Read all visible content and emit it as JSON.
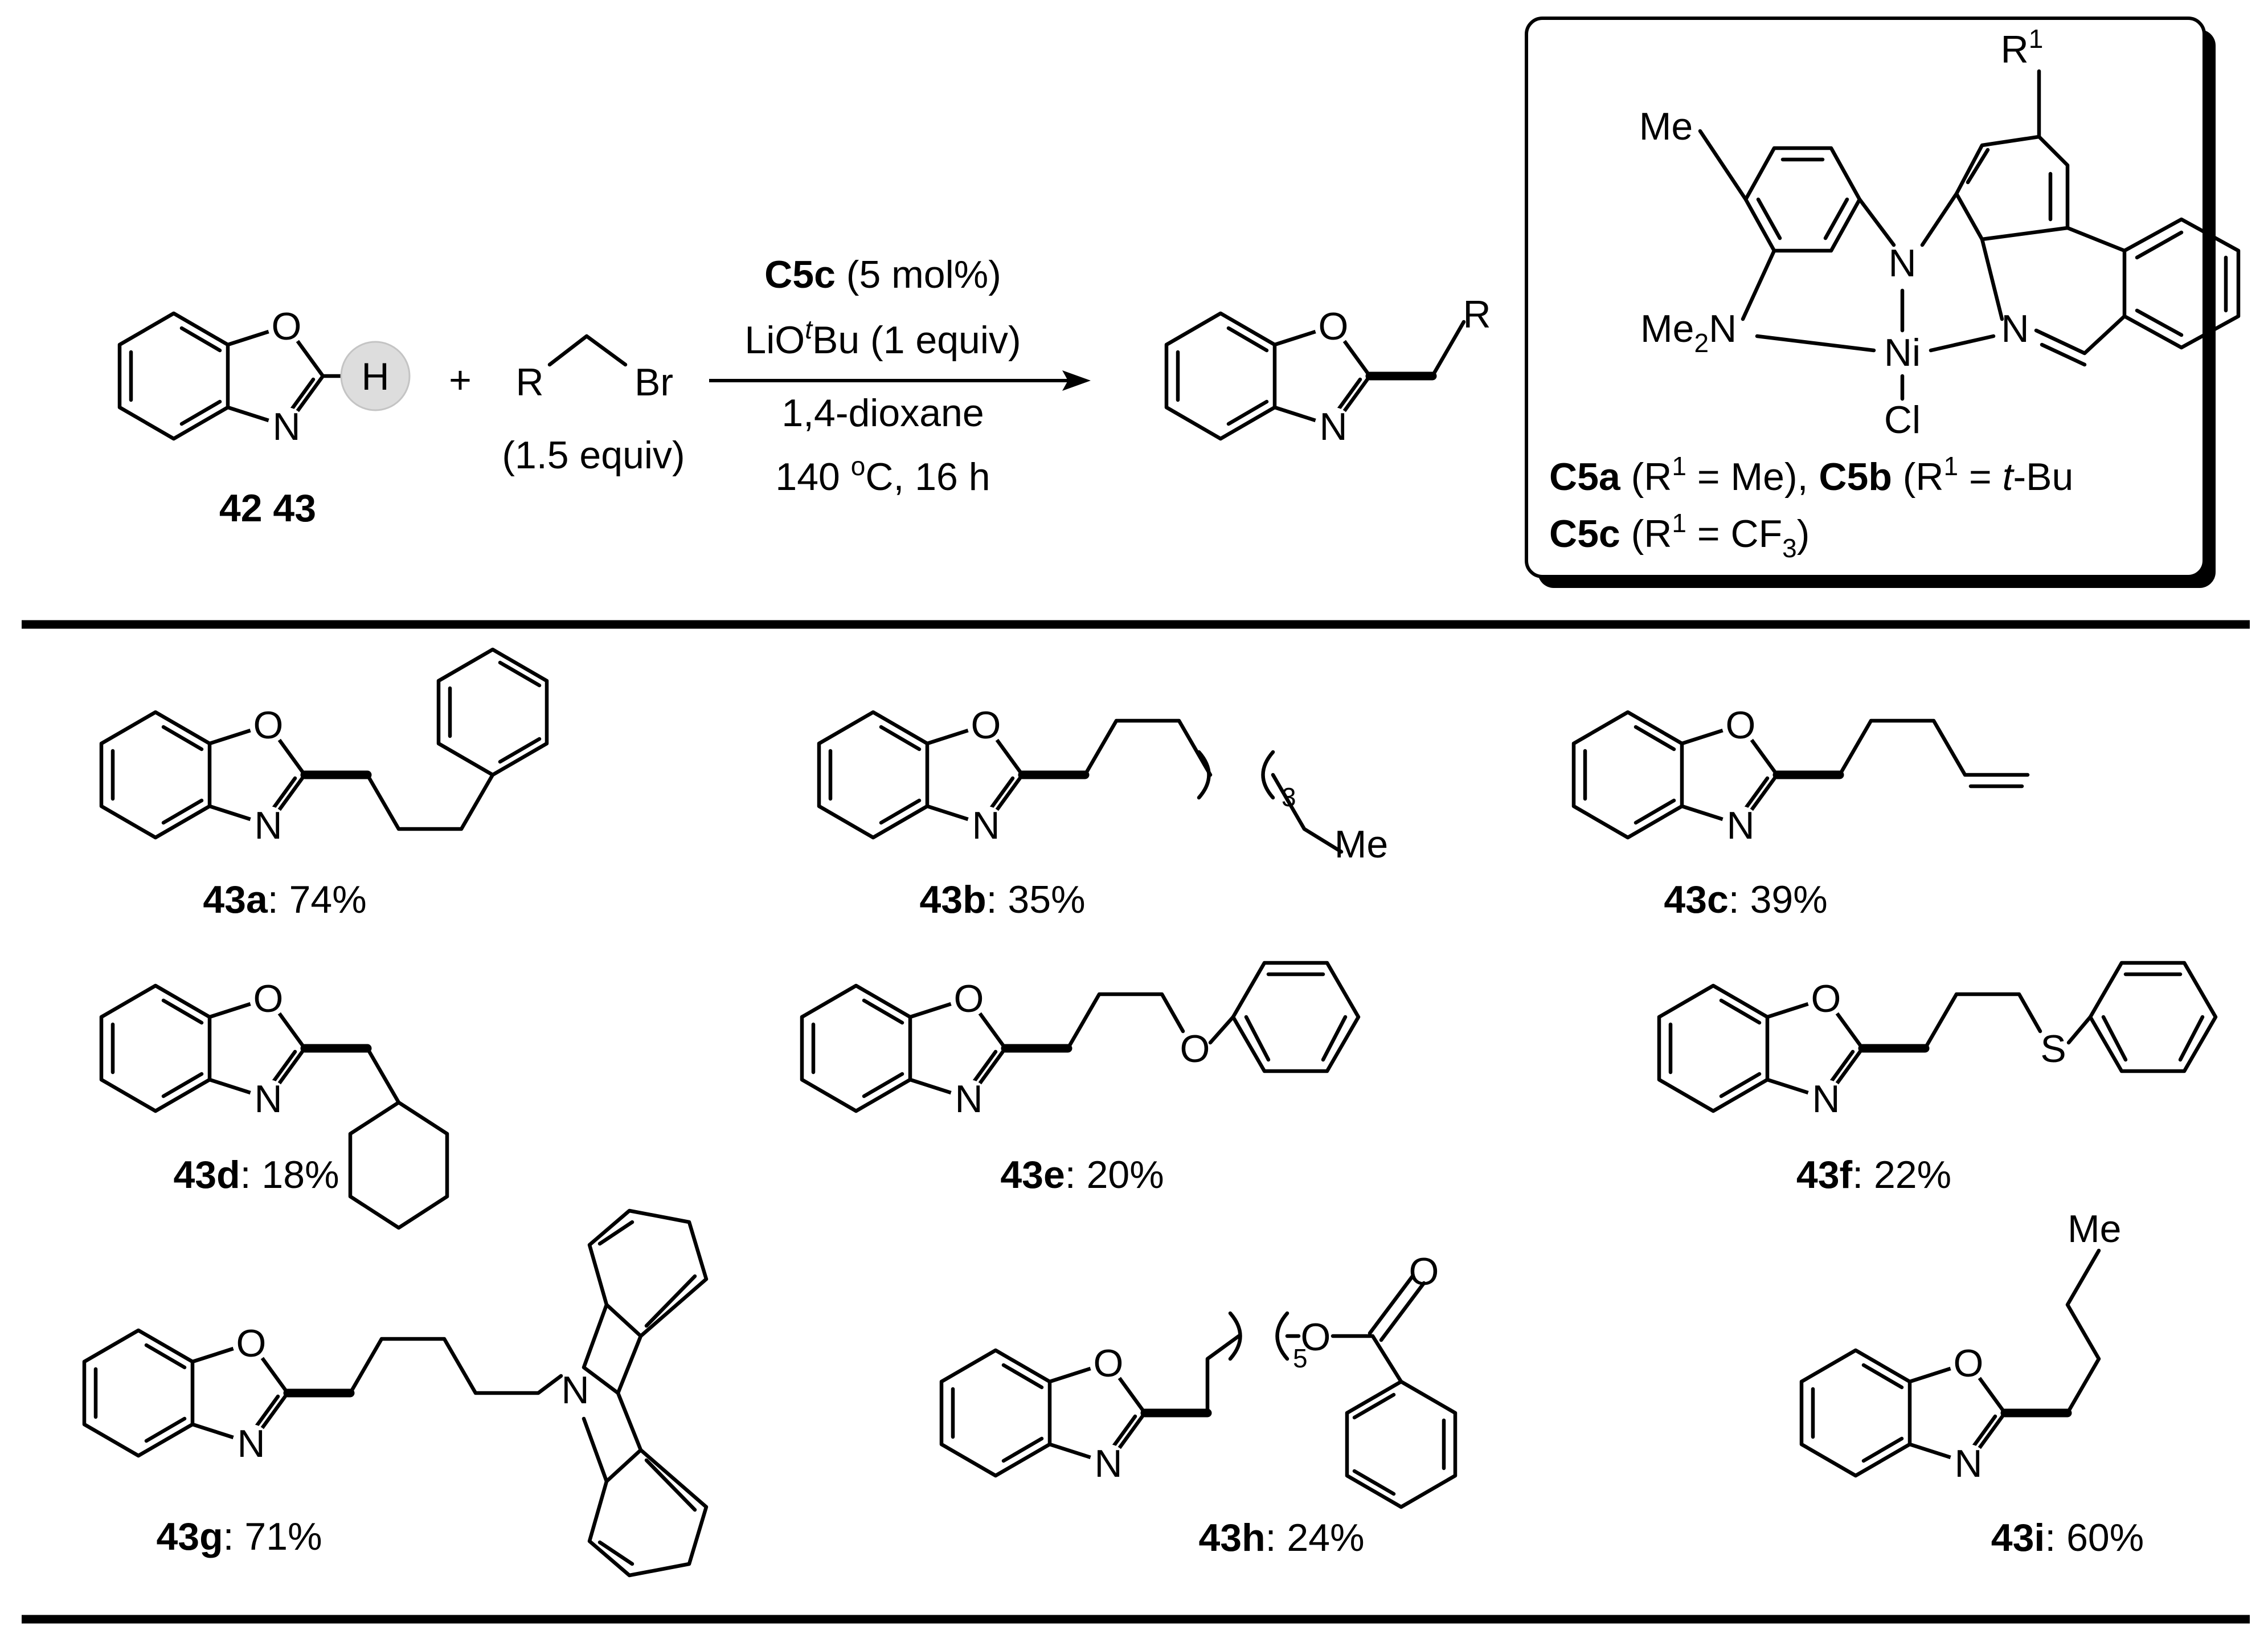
{
  "scheme": {
    "substrate_label": "42 43",
    "reagent": {
      "r": "R",
      "br": "Br",
      "equiv": "(1.5 equiv)"
    },
    "atoms": {
      "o": "O",
      "n": "N",
      "h": "H",
      "s": "S",
      "me": "Me",
      "ni": "Ni",
      "cl": "Cl",
      "r": "R"
    },
    "plus": "+",
    "conditions": {
      "line1_bold": "C5c",
      "line1_rest": " (5 mol%)",
      "line2_pre": "LiO",
      "line2_sup": "t",
      "line2_post": "Bu (1 equiv)",
      "line3": "1,4-dioxane",
      "line4_pre": "140 ",
      "line4_sup": "o",
      "line4_post": "C, 16 h"
    }
  },
  "catalyst": {
    "r1": "R",
    "r1_sup": "1",
    "nme2_pre": "Me",
    "nme2_sub": "2",
    "nme2_post": "N",
    "line1": {
      "a_bold": "C5a",
      "a_pre": " (R",
      "a_sup": "1",
      "a_post": " = Me), ",
      "b_bold": "C5b",
      "b_pre": " (R",
      "b_sup": "1",
      "b_mid": " = ",
      "b_ital": "t",
      "b_post": "-Bu"
    },
    "line2": {
      "bold": "C5c",
      "pre": " (R",
      "sup": "1",
      "mid": " = CF",
      "sub": "3",
      "post": ")"
    }
  },
  "products": [
    {
      "id": "43a",
      "yield": ": 74%"
    },
    {
      "id": "43b",
      "yield": ": 35%",
      "repeat": "3"
    },
    {
      "id": "43c",
      "yield": ": 39%"
    },
    {
      "id": "43d",
      "yield": ": 18%"
    },
    {
      "id": "43e",
      "yield": ": 20%"
    },
    {
      "id": "43f",
      "yield": ": 22%"
    },
    {
      "id": "43g",
      "yield": ": 71%"
    },
    {
      "id": "43h",
      "yield": ": 24%",
      "repeat": "5"
    },
    {
      "id": "43i",
      "yield": ": 60%"
    }
  ]
}
